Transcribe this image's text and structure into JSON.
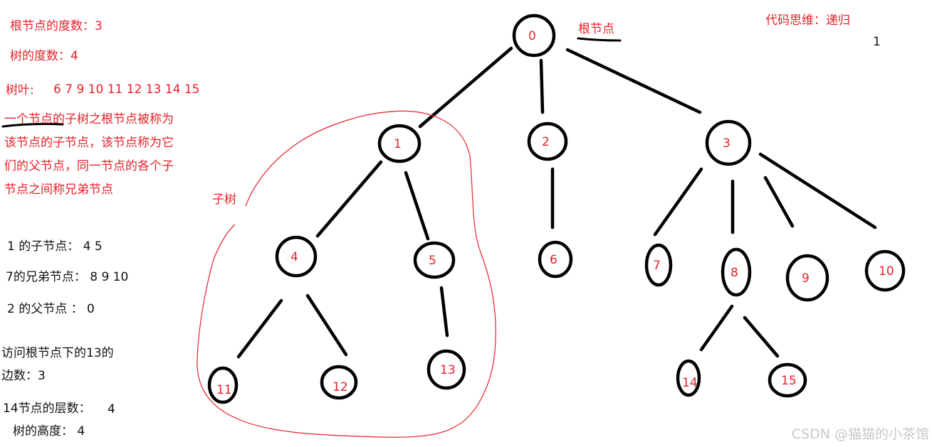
{
  "colors": {
    "annotation": "#e8202a",
    "ink": "#111111",
    "watermark": "#c8c8c8"
  },
  "tree": {
    "nodes": [
      {
        "id": 0,
        "label": "0"
      },
      {
        "id": 1,
        "label": "1"
      },
      {
        "id": 2,
        "label": "2"
      },
      {
        "id": 3,
        "label": "3"
      },
      {
        "id": 4,
        "label": "4"
      },
      {
        "id": 5,
        "label": "5"
      },
      {
        "id": 6,
        "label": "6"
      },
      {
        "id": 7,
        "label": "7"
      },
      {
        "id": 8,
        "label": "8"
      },
      {
        "id": 9,
        "label": "9"
      },
      {
        "id": 10,
        "label": "10"
      },
      {
        "id": 11,
        "label": "11"
      },
      {
        "id": 12,
        "label": "12"
      },
      {
        "id": 13,
        "label": "13"
      },
      {
        "id": 14,
        "label": "14"
      },
      {
        "id": 15,
        "label": "15"
      }
    ],
    "edges": [
      [
        0,
        1
      ],
      [
        0,
        2
      ],
      [
        0,
        3
      ],
      [
        1,
        4
      ],
      [
        1,
        5
      ],
      [
        2,
        6
      ],
      [
        3,
        7
      ],
      [
        3,
        8
      ],
      [
        3,
        9
      ],
      [
        3,
        10
      ],
      [
        4,
        11
      ],
      [
        4,
        12
      ],
      [
        5,
        13
      ],
      [
        8,
        14
      ],
      [
        8,
        15
      ]
    ]
  },
  "notes": {
    "root_degree": "根节点的度数：3",
    "tree_degree": "树的度数：4",
    "leaves_label": "树叶:",
    "leaves_values": "6 7 9 10 11 12 13 14 15",
    "definition": "一个节点的子树之根节点被称为该节点的子节点，该节点称为它们的父节点，同一节点的各个子节点之间称兄弟节点",
    "children_of_1": "1 的子节点：  4 5",
    "siblings_of_7": "7的兄弟节点：  8 9 10",
    "parent_of_2": "2 的父节点  ：  0",
    "edges_to_13_line1": "访问根节点下的13的",
    "edges_to_13_line2": "边数：3",
    "level_of_14": "14节点的层数：",
    "level_of_14_value": "4",
    "tree_height": "树的高度：  4",
    "root_label": "根节点",
    "subtree_label": "子树",
    "approach": "代码思维：递归",
    "approach_value": "1"
  },
  "watermark": "CSDN @猫猫的小茶馆"
}
